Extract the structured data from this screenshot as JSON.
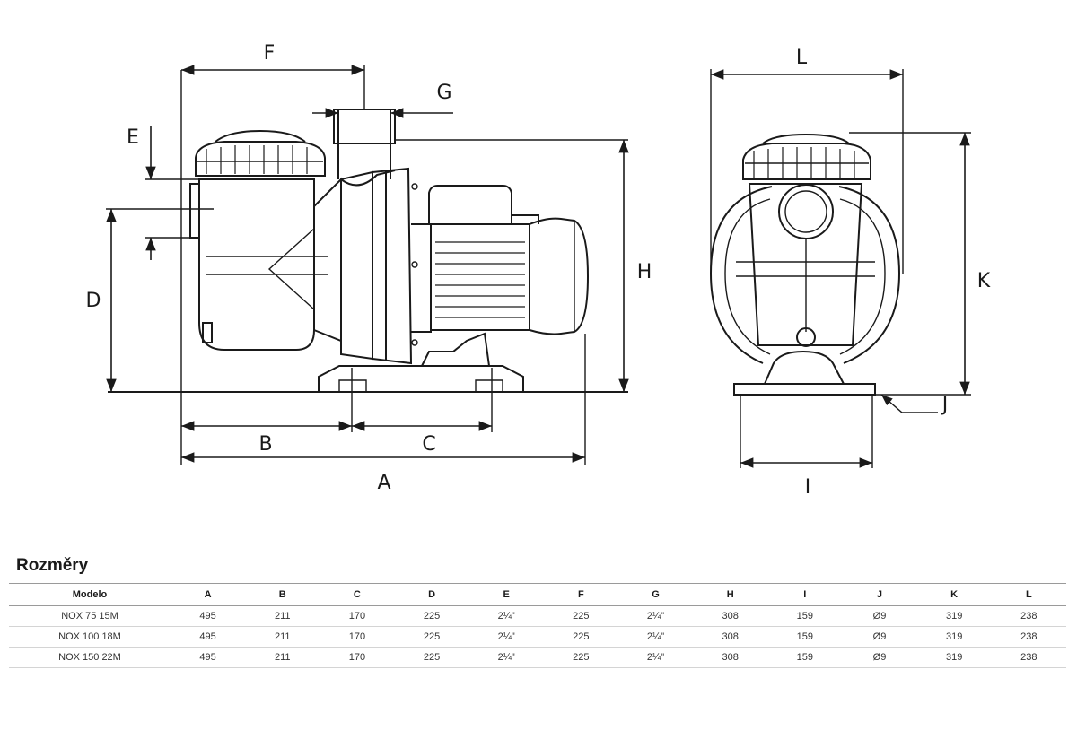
{
  "diagram": {
    "labels": {
      "A": "A",
      "B": "B",
      "C": "C",
      "D": "D",
      "E": "E",
      "F": "F",
      "G": "G",
      "H": "H",
      "I": "I",
      "J": "J",
      "K": "K",
      "L": "L"
    }
  },
  "table": {
    "title": "Rozměry",
    "columns": [
      "Modelo",
      "A",
      "B",
      "C",
      "D",
      "E",
      "F",
      "G",
      "H",
      "I",
      "J",
      "K",
      "L"
    ],
    "rows": [
      [
        "NOX 75 15M",
        "495",
        "211",
        "170",
        "225",
        "2¼\"",
        "225",
        "2¼\"",
        "308",
        "159",
        "Ø9",
        "319",
        "238"
      ],
      [
        "NOX 100 18M",
        "495",
        "211",
        "170",
        "225",
        "2¼\"",
        "225",
        "2¼\"",
        "308",
        "159",
        "Ø9",
        "319",
        "238"
      ],
      [
        "NOX 150 22M",
        "495",
        "211",
        "170",
        "225",
        "2¼\"",
        "225",
        "2¼\"",
        "308",
        "159",
        "Ø9",
        "319",
        "238"
      ]
    ]
  }
}
